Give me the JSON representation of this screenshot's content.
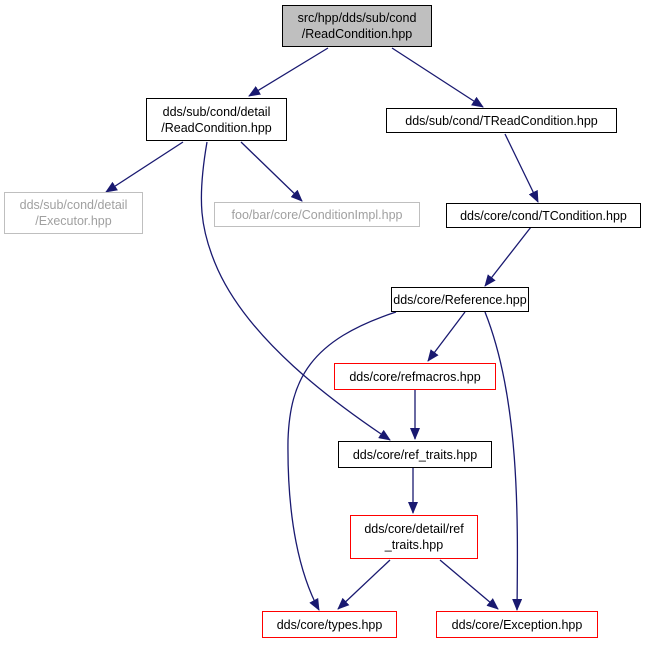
{
  "colors": {
    "edge": "#191970",
    "default_border": "#000000",
    "missing_border": "#bfbfbf",
    "missing_text": "#a0a0a0",
    "incomplete_border": "#ff0000",
    "root_fill": "#bfbfbf"
  },
  "nodes": {
    "root": {
      "line1": "src/hpp/dds/sub/cond",
      "line2": "/ReadCondition.hpp"
    },
    "detail_readcondition": {
      "line1": "dds/sub/cond/detail",
      "line2": "/ReadCondition.hpp"
    },
    "treadcondition": {
      "line1": "dds/sub/cond/TReadCondition.hpp"
    },
    "executor": {
      "line1": "dds/sub/cond/detail",
      "line2": "/Executor.hpp"
    },
    "conditionimpl": {
      "line1": "foo/bar/core/ConditionImpl.hpp"
    },
    "tcondition": {
      "line1": "dds/core/cond/TCondition.hpp"
    },
    "reference": {
      "line1": "dds/core/Reference.hpp"
    },
    "refmacros": {
      "line1": "dds/core/refmacros.hpp"
    },
    "ref_traits": {
      "line1": "dds/core/ref_traits.hpp"
    },
    "detail_ref_traits": {
      "line1": "dds/core/detail/ref",
      "line2": "_traits.hpp"
    },
    "types": {
      "line1": "dds/core/types.hpp"
    },
    "exception": {
      "line1": "dds/core/Exception.hpp"
    }
  }
}
